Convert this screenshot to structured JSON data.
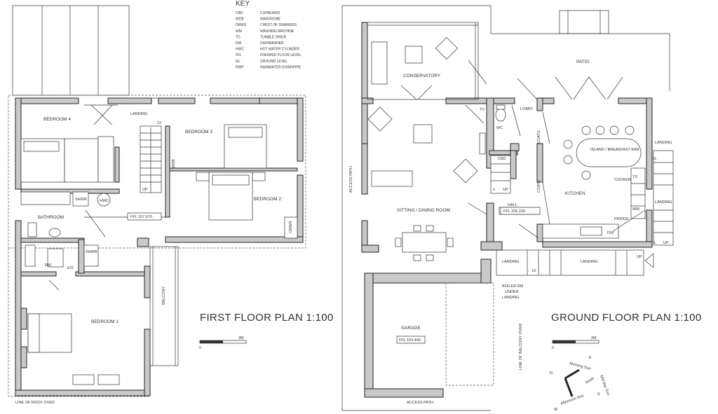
{
  "key": {
    "heading": "KEY",
    "items": [
      {
        "code": "CBD",
        "text": "CUPBOARD"
      },
      {
        "code": "WDB",
        "text": "WARDROBE"
      },
      {
        "code": "DRWS",
        "text": "CHEST OF DRAWERS"
      },
      {
        "code": "WM",
        "text": "WASHING MACHINE"
      },
      {
        "code": "TD",
        "text": "TUMBLE DRIER"
      },
      {
        "code": "DW",
        "text": "DISHWASHER"
      },
      {
        "code": "HWC",
        "text": "HOT WATER CYLINDER"
      },
      {
        "code": "FFL",
        "text": "FINISHED FLOOR LEVEL"
      },
      {
        "code": "GL",
        "text": "GROUND LEVEL"
      },
      {
        "code": "RWP",
        "text": "RAINWATER DOWNPIPE"
      }
    ]
  },
  "first_floor": {
    "title": "FIRST FLOOR PLAN 1:100",
    "labels": {
      "bedroom4": "BEDROOM 4",
      "landing": "LANDING",
      "stair_no": "12.",
      "bedroom3": "BEDROOM 3",
      "wdb": "WDB",
      "up": "UP",
      "shwr1": "SHWR",
      "hwc": "HWC",
      "bedroom2": "BEDROOM 2",
      "bathroom": "BATHROOM",
      "ffl": "FFL 157.670",
      "drws": "DRWS",
      "shwr2": "SHWR",
      "rw": "RW",
      "es": "E/S",
      "balcony": "BALCONY",
      "bedroom1": "BEDROOM 1",
      "roof_over": "LINE OF ROOF OVER"
    },
    "scale": {
      "start": "0",
      "end": "2M"
    }
  },
  "ground_floor": {
    "title": "GROUND FLOOR PLAN 1:100",
    "labels": {
      "conservatory": "CONSERVATORY",
      "patio": "PATIO",
      "tv": "TV",
      "lobby": "LOBBY",
      "wc": "WC",
      "coats1": "COATS",
      "coats2": "COATS",
      "cbd": "CBD",
      "up": "UP",
      "stair_no": "1.",
      "island": "ISLAND / BREAKFAST BAR",
      "landing_r1": "LANDING",
      "step11": "11.",
      "landing_r2": "LANDING",
      "kitchen": "KITCHEN",
      "cooker": "COOKER",
      "td": "TD",
      "wm": "WM",
      "fridge": "FRIDGE",
      "dw": "DW",
      "access_path_side": "ACCESS PATH",
      "sitting": "SITTING / DINING ROOM",
      "hall": "HALL",
      "ffl": "FFL 155.150",
      "landing_a": "LANDING",
      "step10": "10.",
      "landing_b": "LANDING",
      "up_b": "UP",
      "up_c": "UP",
      "step1b": "1.",
      "boiler": [
        "BOILER RM",
        "UNDER",
        "LANDING"
      ],
      "garage": "GARAGE",
      "garage_ffl": "FFL 153.440",
      "balcony_over": "LINE OF BALCONY OVER",
      "access_path_bottom": "ACCESS PATH"
    },
    "scale": {
      "start": "0",
      "end": "2M"
    },
    "compass": {
      "north": "North",
      "morning": "Morning Sun",
      "midday": "Mid day Sun",
      "afternoon": "Afternoon Sun",
      "n": "N",
      "e": "E",
      "s": "S",
      "w": "W"
    }
  }
}
